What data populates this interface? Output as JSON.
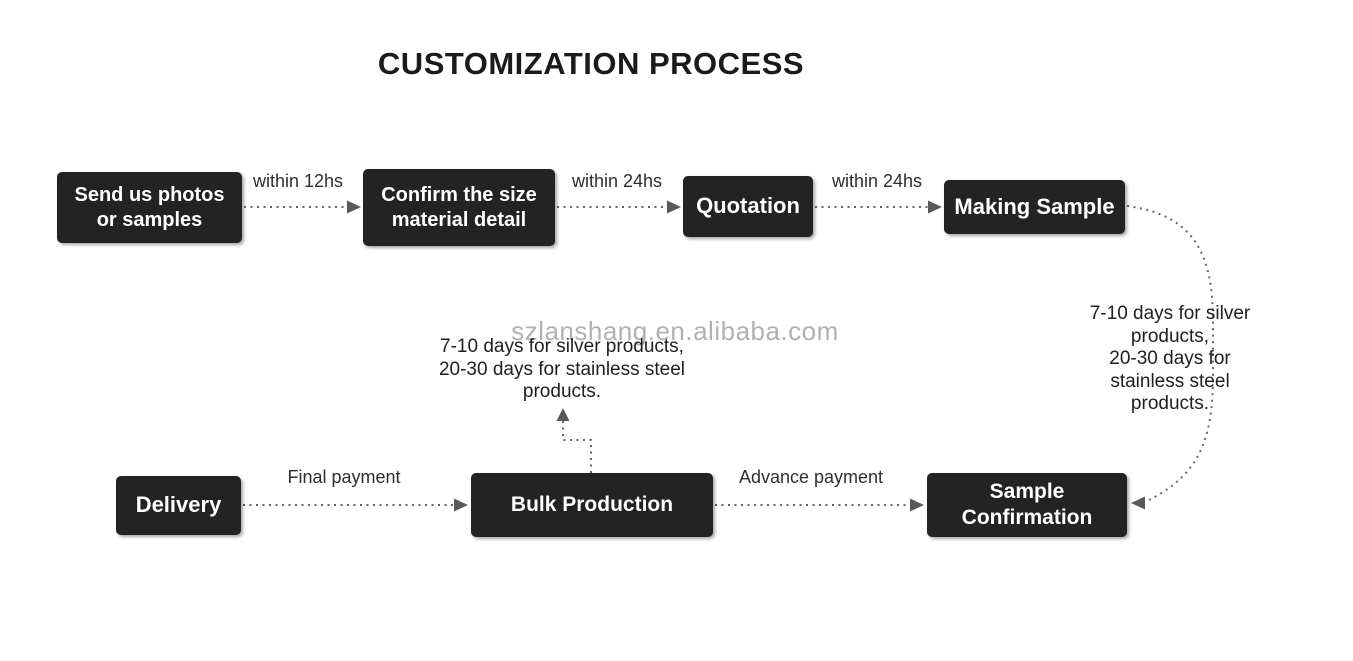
{
  "title": "CUSTOMIZATION PROCESS",
  "watermark": "szlanshang.en.alibaba.com",
  "colors": {
    "box_background": "#232323",
    "box_text": "#ffffff",
    "arrow_dotted": "#666666",
    "arrowhead": "#595959",
    "label_text": "#2e2e2e",
    "title_text": "#1b1b1b",
    "watermark_text": "#b1b1b1"
  },
  "nodes": [
    {
      "id": "send-photos",
      "label": "Send us photos\nor samples"
    },
    {
      "id": "confirm-size",
      "label": "Confirm the size\nmaterial detail"
    },
    {
      "id": "quotation",
      "label": "Quotation"
    },
    {
      "id": "making-sample",
      "label": "Making Sample"
    },
    {
      "id": "delivery",
      "label": "Delivery"
    },
    {
      "id": "bulk-production",
      "label": "Bulk Production"
    },
    {
      "id": "sample-confirmation",
      "label": "Sample\nConfirmation"
    }
  ],
  "edge_labels": [
    {
      "from": "send-photos",
      "to": "confirm-size",
      "label": "within 12hs"
    },
    {
      "from": "confirm-size",
      "to": "quotation",
      "label": "within 24hs"
    },
    {
      "from": "quotation",
      "to": "making-sample",
      "label": "within 24hs"
    },
    {
      "from": "delivery",
      "to": "bulk-production",
      "label": "Final payment"
    },
    {
      "from": "bulk-production",
      "to": "sample-confirmation",
      "label": "Advance payment"
    }
  ],
  "notes": [
    {
      "id": "bulk-production-note",
      "text": "7-10 days for silver products,\n20-30 days for stainless steel\nproducts."
    },
    {
      "id": "making-sample-note",
      "text": "7-10 days for silver products,\n20-30 days for stainless steel\nproducts."
    }
  ]
}
